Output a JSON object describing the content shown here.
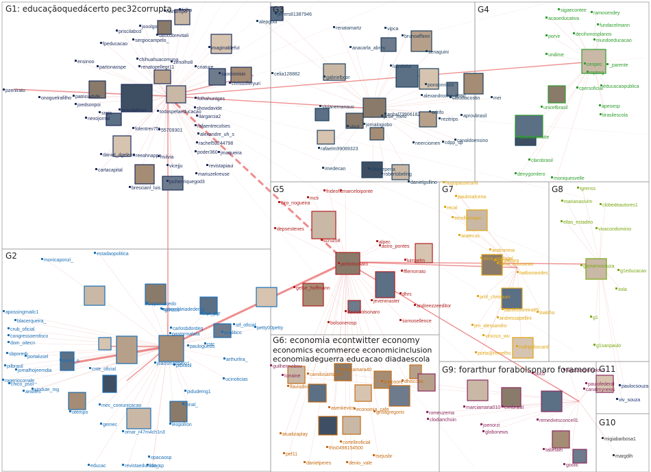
{
  "colors": {
    "g1": "#1d2d5c",
    "g2": "#1a6fb5",
    "g3": "#1d3f5e",
    "g4": "#2e9e2e",
    "g5": "#b02020",
    "g6": "#c56a10",
    "g7": "#e0a510",
    "g8": "#7aa812",
    "g9": "#8b2a5e",
    "g11": "#17306e",
    "g10": "#3a3a3a",
    "edge": "#e9a0a0",
    "edge_strong": "#e03232"
  },
  "groups": [
    {
      "id": "g1",
      "label": "G1: educaçãoquedácerto pec32corrupta"
    },
    {
      "id": "g2",
      "label": "G2"
    },
    {
      "id": "g3",
      "label": "G3"
    },
    {
      "id": "g4",
      "label": "G4"
    },
    {
      "id": "g5",
      "label": "G5"
    },
    {
      "id": "g6",
      "label": "G6: economia econtwitter economy",
      "subtitle": [
        "economics ecommerce economicinclusion",
        "economiadeguerra educacao diadaescola"
      ]
    },
    {
      "id": "g7",
      "label": "G7"
    },
    {
      "id": "g8",
      "label": "G8"
    },
    {
      "id": "g9",
      "label": "G9: forarthur forabolsonaro foramoro"
    },
    {
      "id": "g11",
      "label": "G11"
    },
    {
      "id": "g10",
      "label": "G10"
    }
  ],
  "labels": {
    "g1": [
      "folha",
      "hartarepo",
      "jooolgo",
      "priscilabcd",
      "tatocobrevitali",
      "sergiocampelo_",
      "fpeducacao",
      "chihuahuacomuna",
      "zenolho8",
      "ensinoo",
      "renatopellegr11",
      "partonaospe",
      "imaginablefut",
      "criature",
      "saodionisio",
      "christofferyuri",
      "pzenirato",
      "onoguelrafilho",
      "patriciadufe",
      "joedsonpoi",
      "priscilafcruz",
      "todospelaeducacao",
      "folhahuntges",
      "srgio",
      "nexojornal",
      "folentrev75t",
      "55709301",
      "showdavide",
      "ilargarcia2",
      "rafaentrecolses",
      "daniel_dgelenc",
      "alexandre_uh_s",
      "rachel59244798",
      "cartacapital",
      "reeahnappa",
      "nsilvia",
      "vicejju",
      "poder360",
      "jmaqueira",
      "brescianl_luis",
      "mariuzekreuse",
      "jochenriquegod3",
      "revistapiaui"
    ],
    "g3": [
      "alepgotti",
      "jeffers81387946",
      "renatamartz",
      "vipca",
      "brunoaffano",
      "anacarla_abreu",
      "senaguini",
      "celia128882",
      "gabrielbcor",
      "luizvitrior",
      "ponoonrisco",
      "alexandrocha_1980",
      "claudiacostin",
      "mei",
      "vivianemanaus",
      "jornalogiobo",
      "josie_melo",
      "anbal73906182",
      "adrifo",
      "rezitrips",
      "aprovbrasil",
      "vlaol",
      "rafaelm99089323",
      "neerciomen",
      "cdpp_sp",
      "canaldoensino",
      "imedecan",
      "ellsetepena",
      "robertobeling",
      "danielgullino"
    ],
    "g4": [
      "sigaecontee",
      "ramosendey",
      "acaoeducativa",
      "fundacelmann",
      "porvir",
      "decihonosplanos",
      "mundoeducacao",
      "undime",
      "mptmg",
      "cenpec",
      "_parente",
      "unicefbrasil",
      "cpersoficial",
      "educacaopublica",
      "apeoesp",
      "brasilescola",
      "plurelesmsite",
      "clarobrasil",
      "denygomlero",
      "moniquesvelle"
    ],
    "g5": [
      "mcti",
      "fndeofic",
      "marceloiponte",
      "ciro_nogueira",
      "depsestenes",
      "scruz58",
      "alpec",
      "astro_pontes",
      "kimpelm",
      "jairbolsonaro",
      "gelse_hoffmann",
      "fflerrorrato",
      "jevenmaster",
      "flaviobolsonaro",
      "bolsonerosp",
      "andreezzeeditor",
      "dhrs",
      "somosellence"
    ],
    "g2": [
      "monicaponzi_",
      "estadaopolitica",
      "apossingmailc1",
      "blacerqueira_",
      "crub_oficial",
      "congressoemfoco",
      "dom_oitecn",
      "sbporerb",
      "portalusel",
      "pilbrasil",
      "jornalhojeemdia",
      "rogeriocorrale_",
      "chico_psol",
      "andifes",
      "sindute_mg",
      "melo|_o",
      "otempo",
      "cnte_oficial",
      "pastormalafa",
      "paulogueds",
      "aoalitico",
      "ptbrasil",
      "rstc",
      "arthurlira_",
      "ucinoticias",
      "petty00petty",
      "mec_comunicacao",
      "bspomacedo",
      "assembleiadedemg",
      "mpf_pgr",
      "stf_oficial",
      "carlosbdordeg",
      "gilhaos",
      "joaosmarmeio1",
      "pidudemg1",
      "tonal_",
      "gemec",
      "omar_r47m4ch1n3",
      "leopolron",
      "revistaeducacao",
      "educac",
      "opacaosp",
      "fde_sp"
    ],
    "g6": [
      "camilosantance",
      "marcamara40",
      "flaviodino",
      "asenkevics",
      "linhosore",
      "economia_cafe",
      "grisagregorio",
      "dhiscoso",
      "this0498154500",
      "denio_vale",
      "tsejusbr",
      "atualizaplay",
      "pef11",
      "cortelleoficial",
      "danielperes"
    ],
    "g7": [
      "hugopasseranil",
      "paulosalcena",
      "recal",
      "emollcorajau",
      "aratecus",
      "andromina",
      "alica_portugal",
      "danielcara",
      "folha_educacao",
      "natbonavides",
      "prof_christaan",
      "danielmoreira65",
      "andressapellini",
      "jen_alessandro",
      "toalcho",
      "vinicius_wu",
      "porta@remelho",
      "rodrigobocardi"
    ],
    "g8": [
      "tgrenss",
      "marianasivim",
      "clobedeautores1",
      "ellas_estadeo",
      "vivacondominio",
      "gloriamosouza",
      "g1educacao",
      "g1",
      "xola",
      "g1sanpaulo"
    ],
    "g9": [
      "guilhermebou",
      "lorraine",
      "bbcb",
      "alessandromolon1",
      "paulofederal",
      "marciamaria010",
      "cnnbrasil",
      "canalmynews",
      "remedvesconceIl1",
      "joenorzi",
      "romeuzema",
      "clodianchoin",
      "globonews",
      "tabetaei",
      "goolic"
    ],
    "g11": [
      "paulocsouza",
      "viv_souza"
    ],
    "g10": [
      "migiabarbosa1",
      "margdih"
    ]
  }
}
